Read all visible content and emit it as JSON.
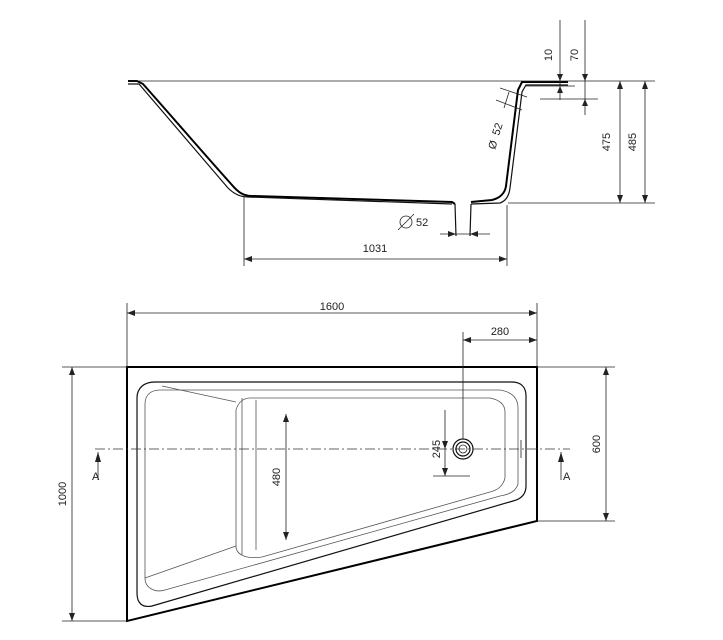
{
  "side_view": {
    "dim_rim_10": "10",
    "dim_rim_70": "70",
    "dim_depth_475": "475",
    "dim_height_485": "485",
    "dim_overflow_dia": "52",
    "dim_drain_dia": "52",
    "dim_bottom_1031": "1031"
  },
  "top_view": {
    "dim_length_1600": "1600",
    "dim_drain_offset_280": "280",
    "dim_drain_offset_245": "245",
    "dim_inner_480": "480",
    "dim_width_1000": "1000",
    "dim_narrow_600": "600",
    "section_mark_left": "A",
    "section_mark_right": "A"
  },
  "symbols": {
    "diameter": "Ø"
  }
}
